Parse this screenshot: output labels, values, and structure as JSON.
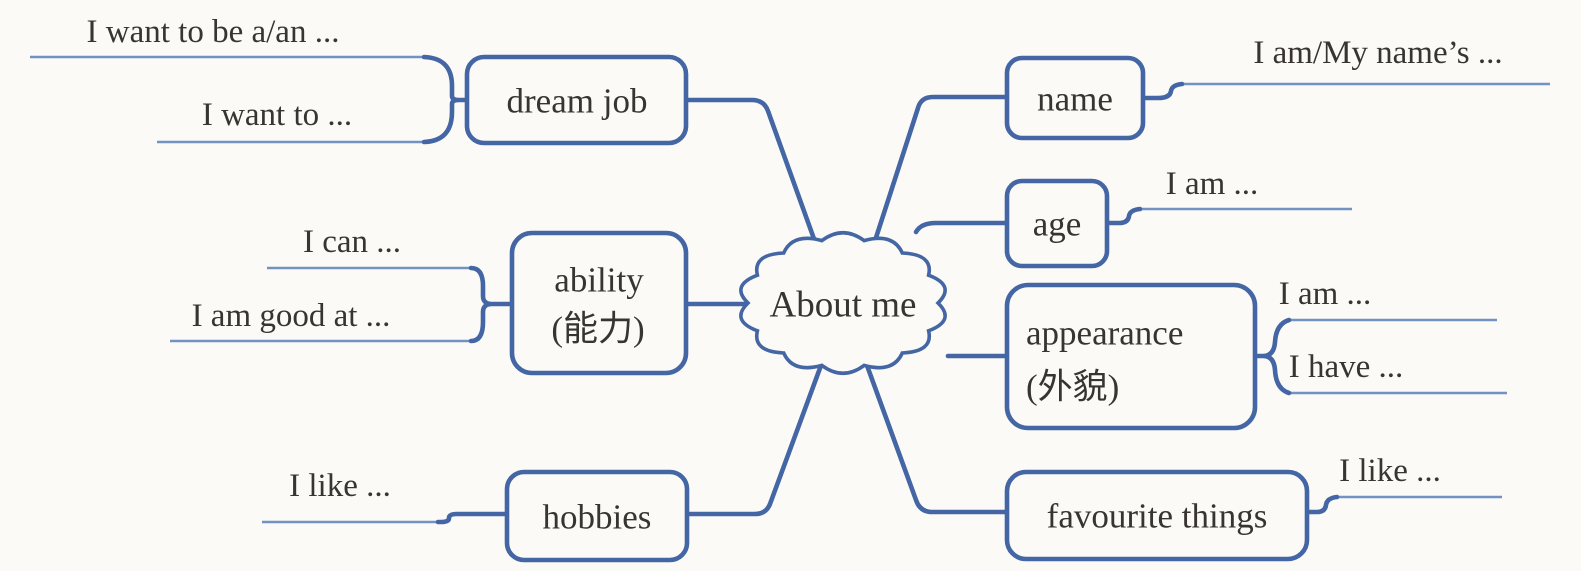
{
  "title": "About me mind map",
  "colors": {
    "line": "#4466a4",
    "underline": "#7292c4",
    "text": "#38342f",
    "background": "#fbfaf6"
  },
  "center": {
    "label": "About me"
  },
  "branches": [
    {
      "id": "dream-job",
      "label": "dream job",
      "prompts": [
        "I want to be a/an ...",
        "I want to ..."
      ]
    },
    {
      "id": "ability",
      "label": "ability",
      "sublabel": "(能力)",
      "prompts": [
        "I can ...",
        "I am good at ..."
      ]
    },
    {
      "id": "hobbies",
      "label": "hobbies",
      "prompts": [
        "I like ..."
      ]
    },
    {
      "id": "name",
      "label": "name",
      "prompts": [
        "I am/My name’s ..."
      ]
    },
    {
      "id": "age",
      "label": "age",
      "prompts": [
        "I am ..."
      ]
    },
    {
      "id": "appearance",
      "label": "appearance",
      "sublabel": "(外貌)",
      "prompts": [
        "I am ...",
        "I have ..."
      ]
    },
    {
      "id": "favourite-things",
      "label": "favourite things",
      "prompts": [
        "I like ..."
      ]
    }
  ]
}
